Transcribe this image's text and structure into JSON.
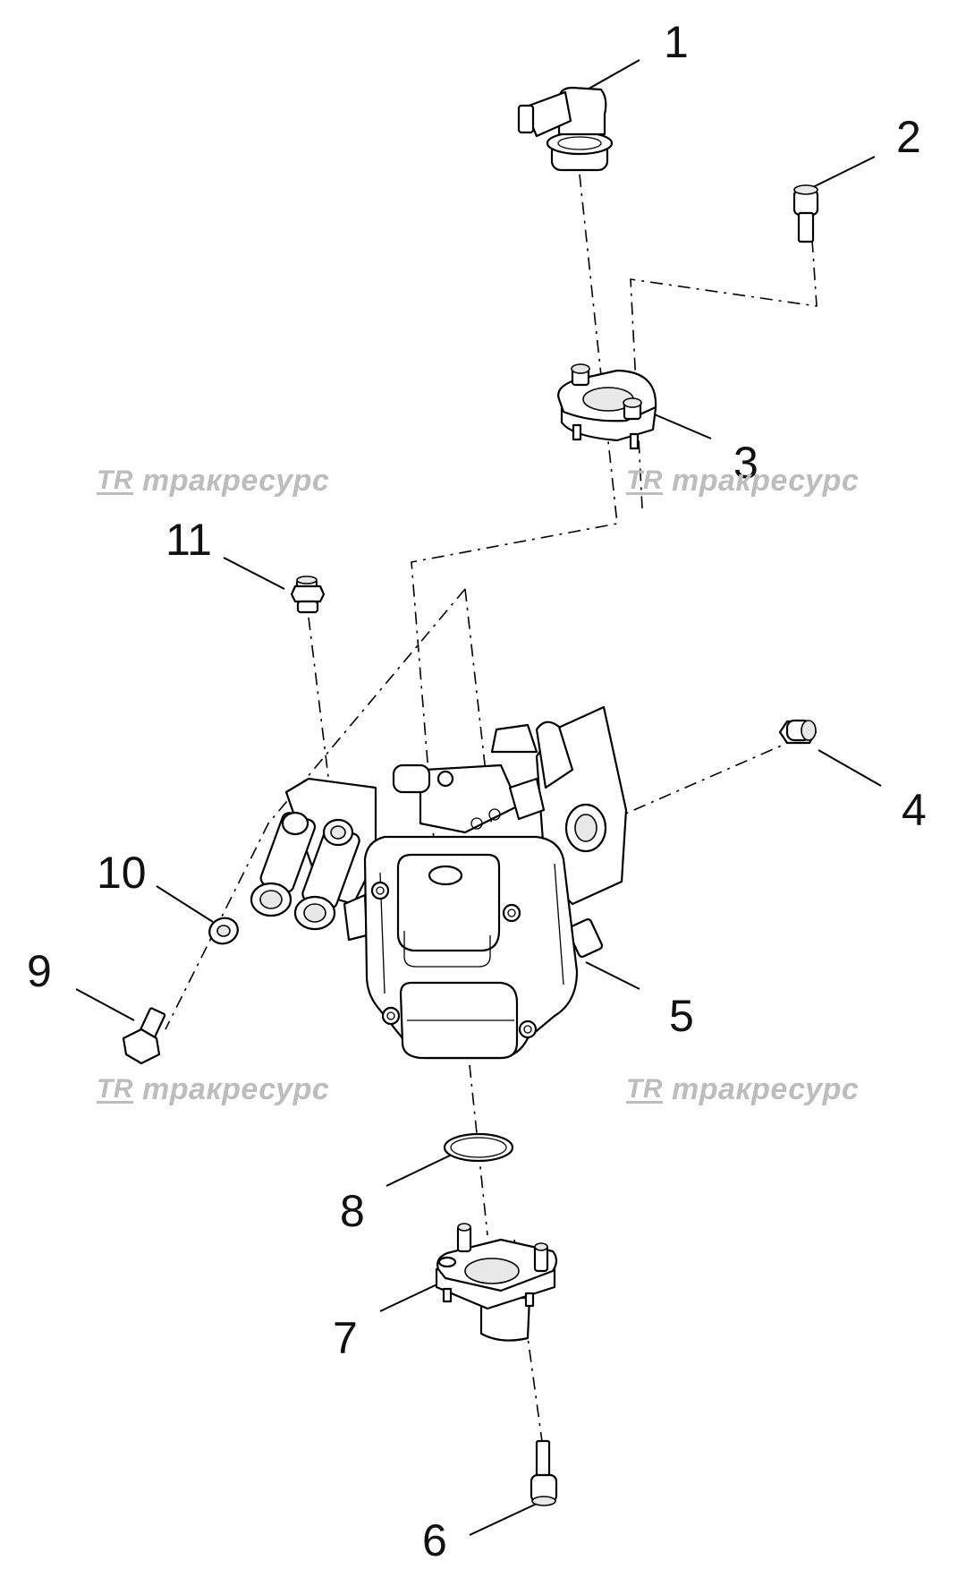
{
  "callouts": [
    "1",
    "2",
    "3",
    "4",
    "5",
    "6",
    "7",
    "8",
    "9",
    "10",
    "11"
  ],
  "watermark": {
    "logo": "TR",
    "text": "тракресурс"
  },
  "colors": {
    "line": "#000000",
    "watermark": "#bdbdbd",
    "background": "#ffffff"
  }
}
